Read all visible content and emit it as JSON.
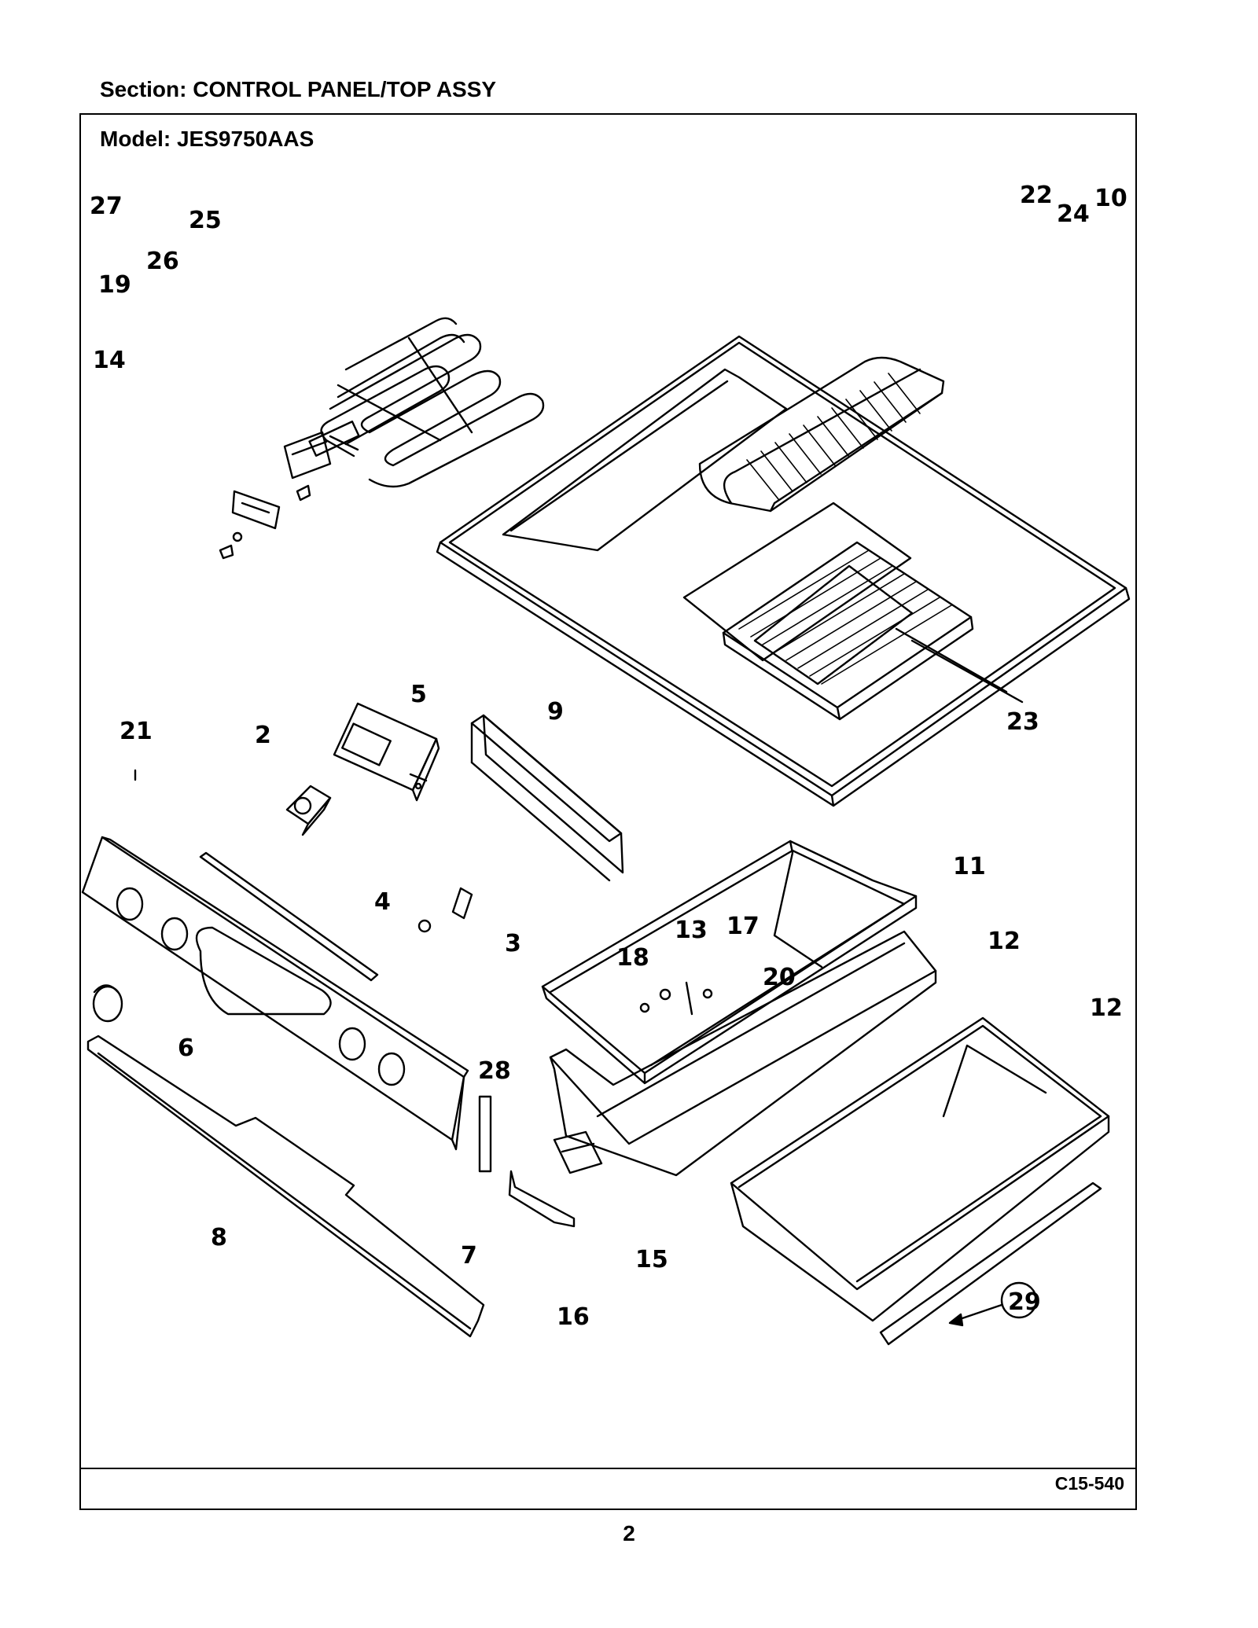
{
  "header": {
    "section_title": "Section:  CONTROL PANEL/TOP ASSY",
    "model_title": "Model:  JES9750AAS"
  },
  "footer": {
    "drawing_code": "C15-540",
    "page_number": "2"
  },
  "callouts": [
    "27",
    "25",
    "26",
    "19",
    "14",
    "22",
    "24",
    "10",
    "5",
    "9",
    "21",
    "2",
    "23",
    "11",
    "4",
    "3",
    "13",
    "17",
    "18",
    "20",
    "12",
    "12",
    "6",
    "28",
    "8",
    "7",
    "15",
    "16",
    "29"
  ]
}
